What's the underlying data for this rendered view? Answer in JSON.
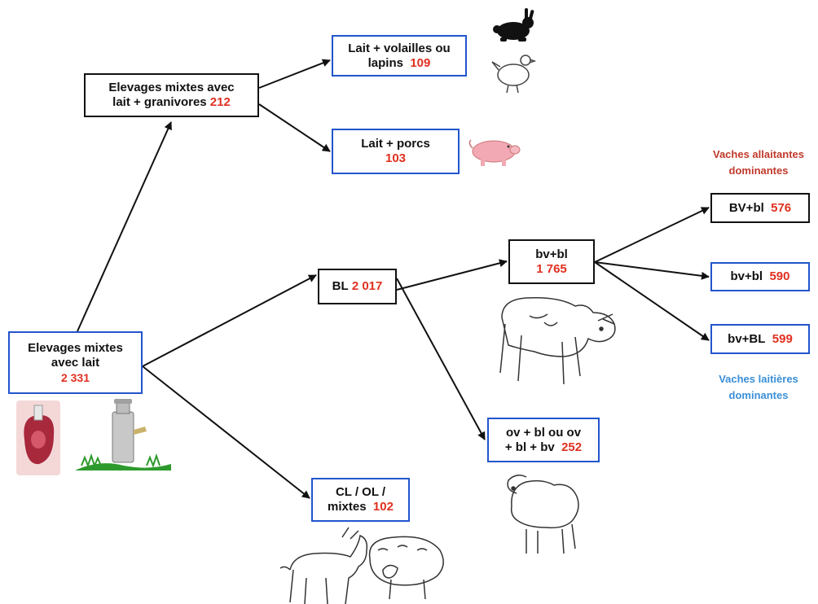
{
  "nodes": {
    "root": {
      "line1": "Elevages mixtes",
      "line2": "avec lait",
      "value": "2 331"
    },
    "granivores": {
      "line1": "Elevages mixtes avec",
      "line2": "lait + granivores",
      "value": "212"
    },
    "volailles": {
      "line1": "Lait + volailles ou",
      "line2": "lapins",
      "value": "109"
    },
    "porcs": {
      "line1": "Lait + porcs",
      "value": "103"
    },
    "bl": {
      "label": "BL",
      "value": "2 017"
    },
    "bvbl": {
      "line1": "bv+bl",
      "value": "1 765"
    },
    "bv_big": {
      "label": "BV+bl",
      "value": "576"
    },
    "bv_mid": {
      "label": "bv+bl",
      "value": "590"
    },
    "bv_lait": {
      "label": "bv+BL",
      "value": "599"
    },
    "ovins": {
      "line1": "ov + bl ou ov",
      "line2": "+ bl + bv",
      "value": "252"
    },
    "cl_ol": {
      "line1": "CL / OL /",
      "line2": "mixtes",
      "value": "102"
    }
  },
  "notes": {
    "allaitantes_1": "Vaches allaitantes",
    "allaitantes_2": "dominantes",
    "laitieres_1": "Vaches laitières",
    "laitieres_2": "dominantes"
  },
  "colors": {
    "value_red": "#e03020",
    "box_blue": "#2255cc",
    "note_red": "#c0392b",
    "note_blue": "#3a8fd8"
  },
  "icons": [
    "meat-icon",
    "milk-can-icon",
    "rabbit-icon",
    "chicken-icon",
    "pig-icon",
    "cow-icon",
    "sheep-icon",
    "goat-icon",
    "sheep-lying-icon"
  ]
}
